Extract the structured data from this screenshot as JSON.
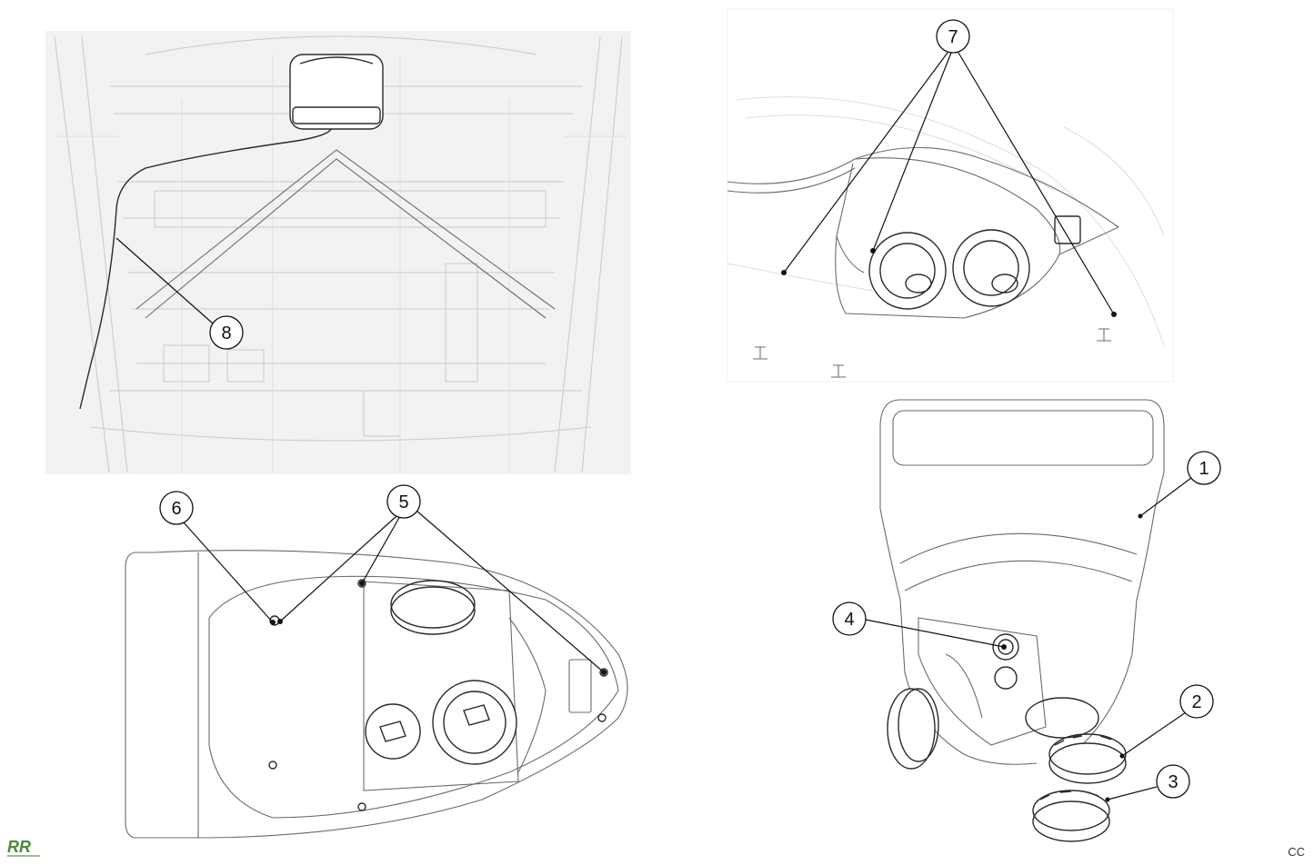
{
  "callouts": {
    "c1": "1",
    "c2": "2",
    "c3": "3",
    "c4": "4",
    "c5": "5",
    "c6": "6",
    "c7": "7",
    "c8": "8"
  },
  "footer": {
    "code": "CC",
    "logo_text": "RR"
  },
  "colors": {
    "line": "#111111",
    "sketch": "#6b6b6b",
    "background_panel": "#f2f2f2",
    "logo": "#4a8a3a"
  }
}
